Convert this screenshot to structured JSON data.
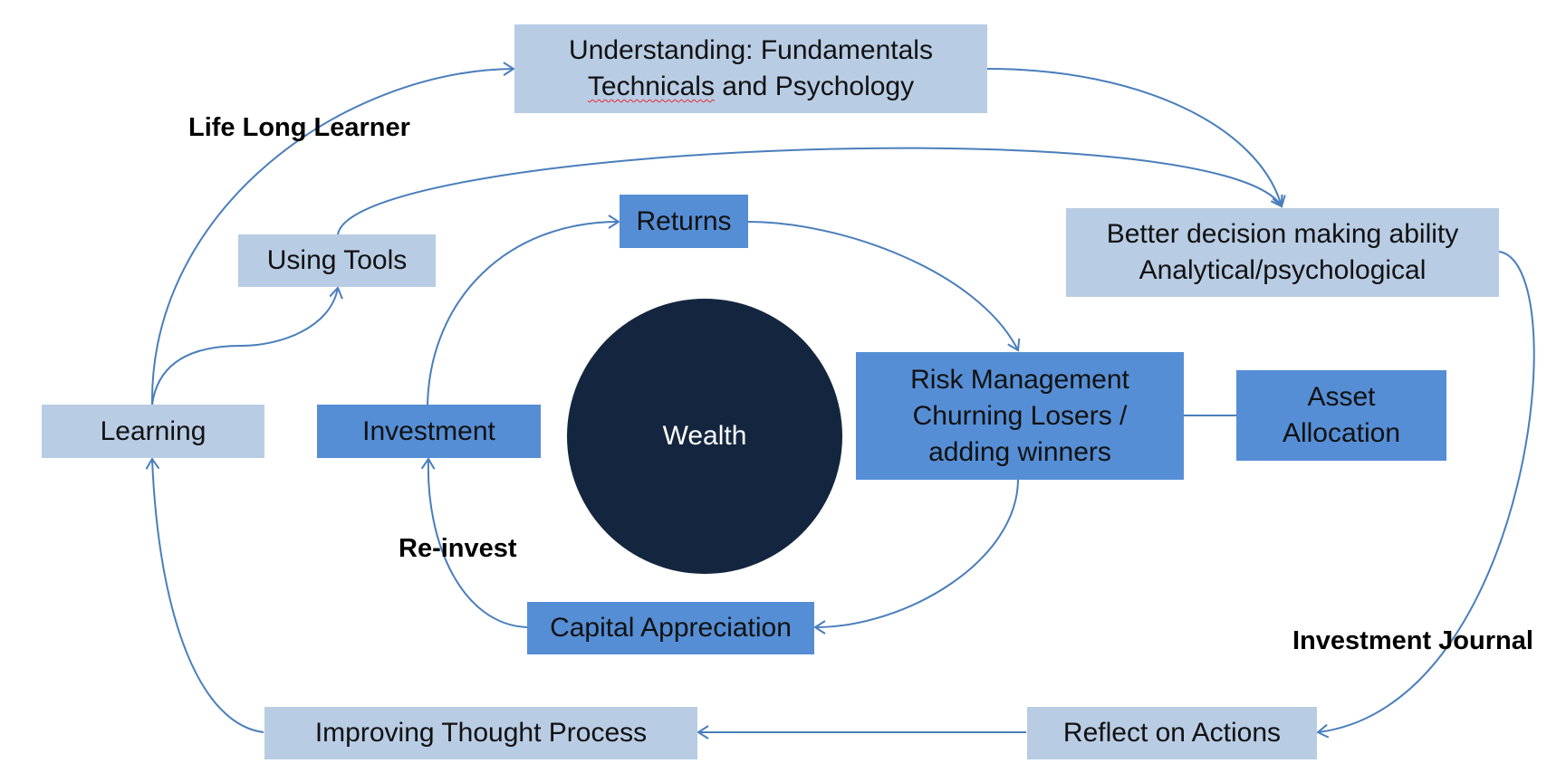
{
  "colors": {
    "light_box": "#b8cce4",
    "dark_box": "#558ed5",
    "center_circle": "#14263f",
    "arrow": "#4a7ebb"
  },
  "nodes": {
    "understanding": {
      "line1": "Understanding: Fundamentals",
      "line2_underlined": "Technicals",
      "line2_rest": " and Psychology"
    },
    "better_decision": {
      "line1": "Better decision making ability",
      "line2": "Analytical/psychological"
    },
    "using_tools": "Using Tools",
    "returns": "Returns",
    "learning": "Learning",
    "investment": "Investment",
    "wealth": "Wealth",
    "risk_management": {
      "line1": "Risk Management",
      "line2": "Churning Losers /",
      "line3": "adding winners"
    },
    "asset_allocation": {
      "line1": "Asset",
      "line2": "Allocation"
    },
    "capital_appreciation": "Capital Appreciation",
    "improving_thought": "Improving Thought Process",
    "reflect_actions": "Reflect on Actions"
  },
  "labels": {
    "life_long_learner": "Life Long Learner",
    "re_invest": "Re-invest",
    "investment_journal": "Investment Journal"
  }
}
